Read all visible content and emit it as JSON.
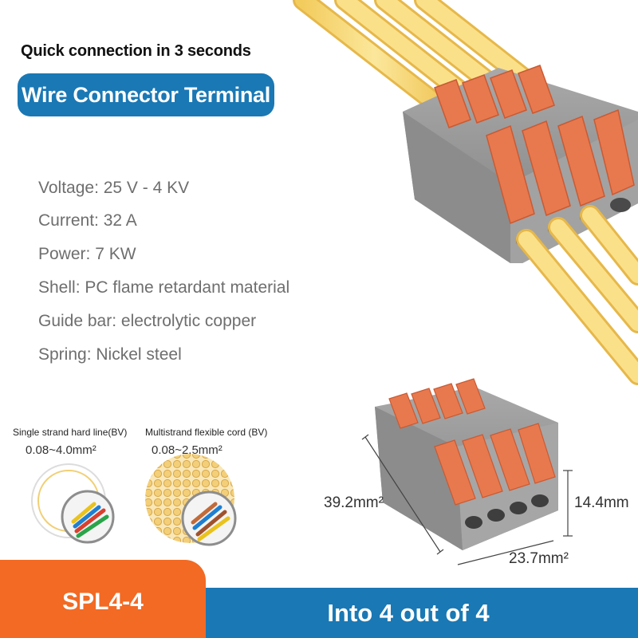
{
  "header": {
    "tagline": "Quick connection in 3 seconds",
    "title": "Wire Connector Terminal"
  },
  "specs": [
    "Voltage: 25 V - 4 KV",
    "Current: 32 A",
    "Power: 7 KW",
    "Shell: PC flame retardant material",
    "Guide bar: electrolytic copper",
    "Spring: Nickel steel"
  ],
  "wire_types": [
    {
      "title": "Single strand hard line(BV)",
      "range": "0.08~4.0mm²"
    },
    {
      "title": "Multistrand flexible cord (BV)",
      "range": "0.08~2.5mm²"
    }
  ],
  "dimensions": {
    "length": "39.2mm²",
    "height": "14.4mm",
    "width": "23.7mm²"
  },
  "footer": {
    "model": "SPL4-4",
    "description": "Into 4 out of 4"
  },
  "colors": {
    "brand_blue": "#1a78b4",
    "accent_orange": "#f26a24",
    "wire_yellow": "#f7d774",
    "housing_gray": "#9a9a9a",
    "lever_orange": "#e8794f"
  },
  "icons": {
    "connector_top": "wire-connector-with-wires",
    "connector_bottom": "wire-connector-dimensioned",
    "solid_wire": "solid-wire-cross-section",
    "stranded_wire": "stranded-wire-cross-section"
  }
}
